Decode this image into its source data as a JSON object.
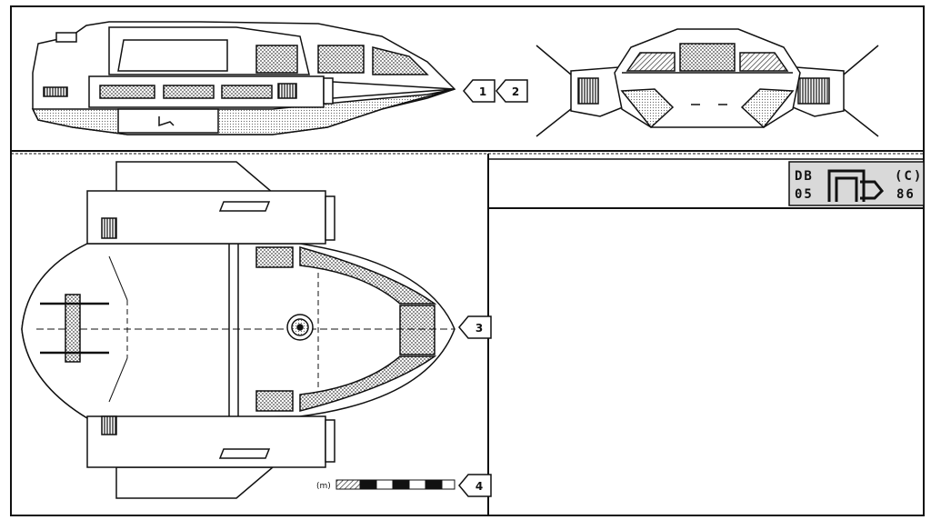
{
  "callouts": {
    "side_view": "1",
    "front_view": "2",
    "top_view": "3",
    "scale_bar": "4"
  },
  "scale": {
    "unit": "(m)"
  },
  "stamp": {
    "top_left": "DB",
    "bottom_left": "05",
    "top_right": "(C)",
    "bottom_right": "86"
  },
  "colors": {
    "ink": "#111111",
    "paper": "#ffffff",
    "tone": "#d9d9d9"
  }
}
